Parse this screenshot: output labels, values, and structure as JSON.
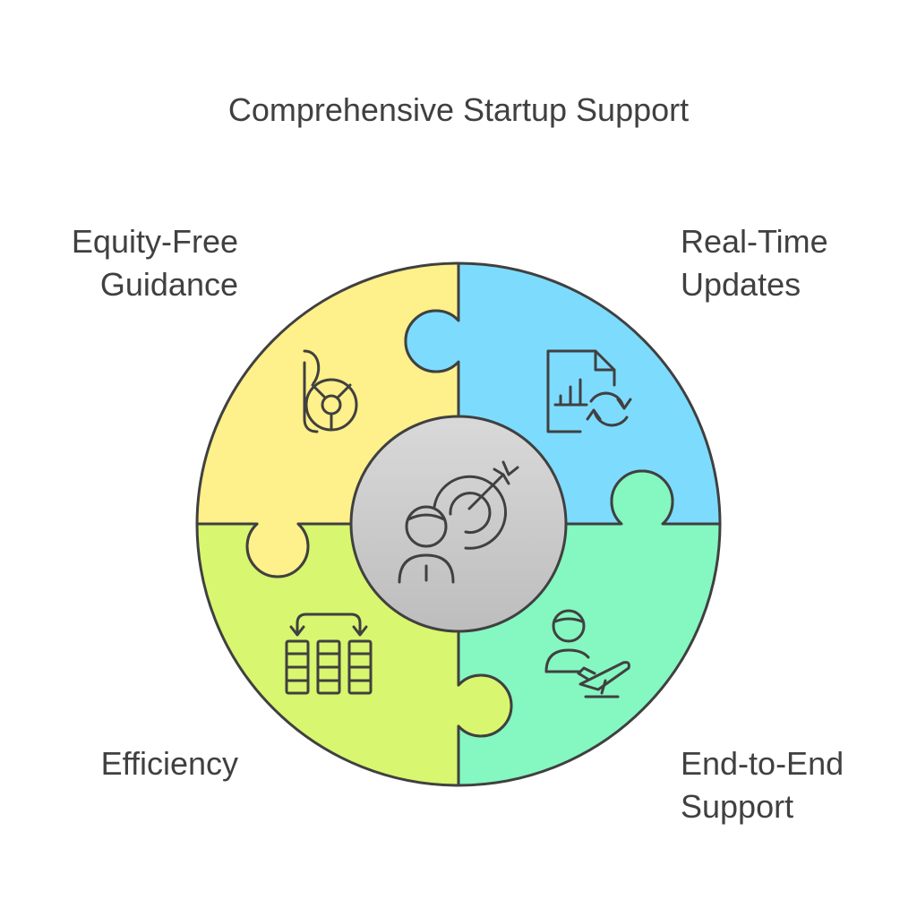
{
  "title": "Comprehensive Startup Support",
  "segments": [
    {
      "label_lines": [
        "Equity-Free",
        "Guidance"
      ],
      "color": "#FEF08A",
      "icon": "guidance-icon"
    },
    {
      "label_lines": [
        "Real-Time",
        "Updates"
      ],
      "color": "#7DDCFE",
      "icon": "report-refresh-icon"
    },
    {
      "label_lines": [
        "Efficiency"
      ],
      "color": "#D8F66F",
      "icon": "columns-transfer-icon"
    },
    {
      "label_lines": [
        "End-to-End",
        "Support"
      ],
      "color": "#85F7C1",
      "icon": "traveler-plane-icon"
    }
  ],
  "center": {
    "color": "#CCCCCC",
    "icon": "person-target-icon"
  }
}
